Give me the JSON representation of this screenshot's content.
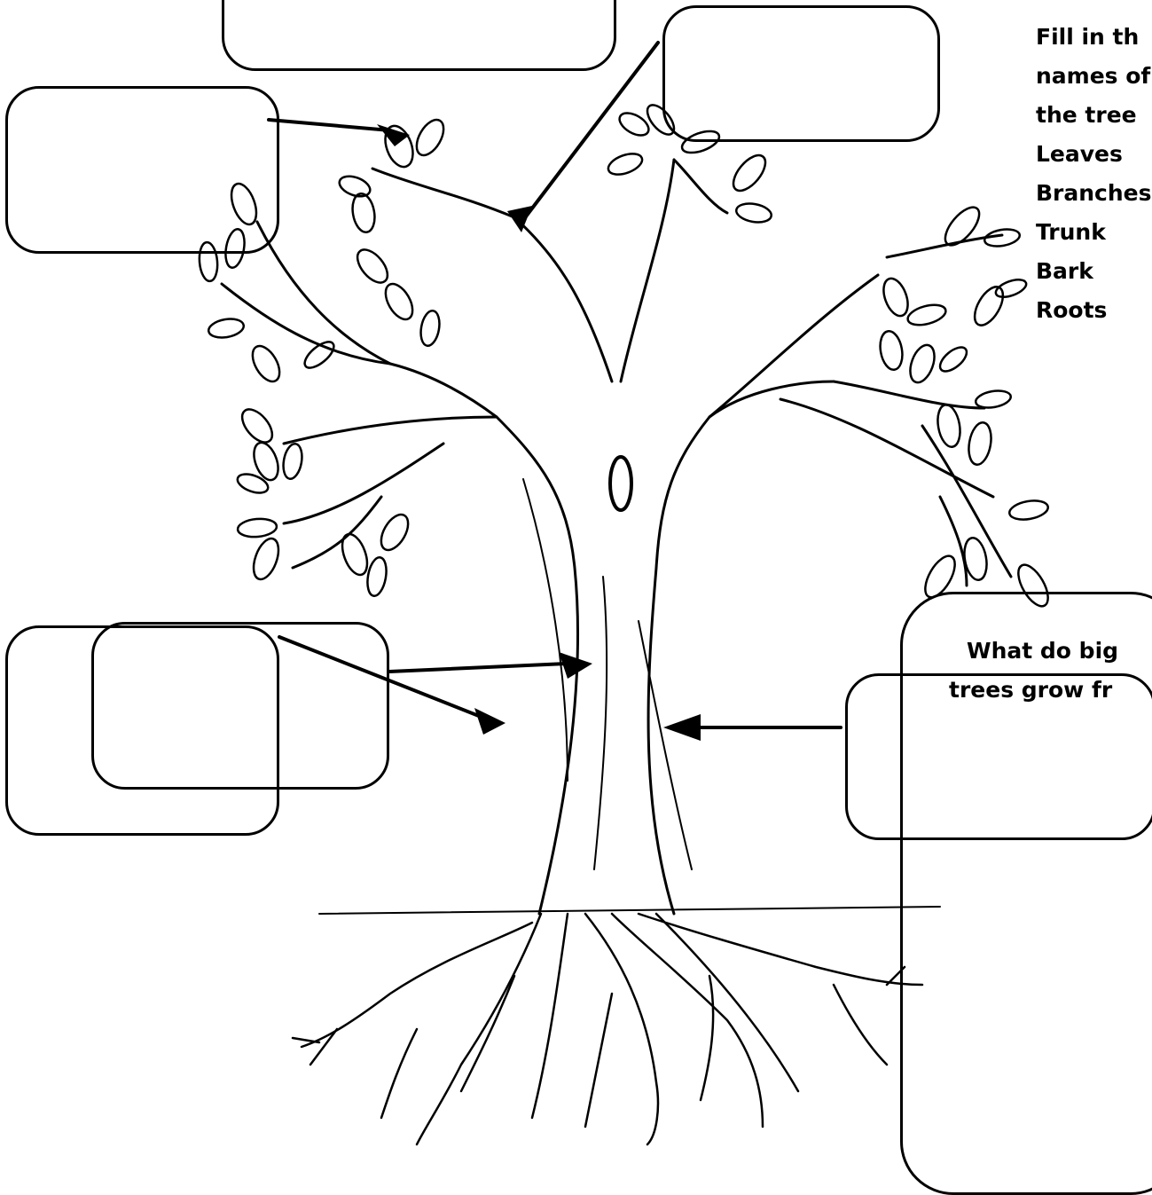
{
  "worksheet": {
    "instructions": [
      "Fill in th",
      "names of",
      "the tree",
      "Leaves",
      "Branches",
      "Trunk",
      "Bark",
      "Roots"
    ],
    "question": [
      "What do big",
      "trees grow fr"
    ],
    "answer_boxes": [
      {
        "name": "answer-box-top"
      },
      {
        "name": "answer-box-leaves"
      },
      {
        "name": "answer-box-branches"
      },
      {
        "name": "answer-box-trunk"
      },
      {
        "name": "answer-box-bark"
      },
      {
        "name": "answer-box-roots"
      }
    ]
  }
}
